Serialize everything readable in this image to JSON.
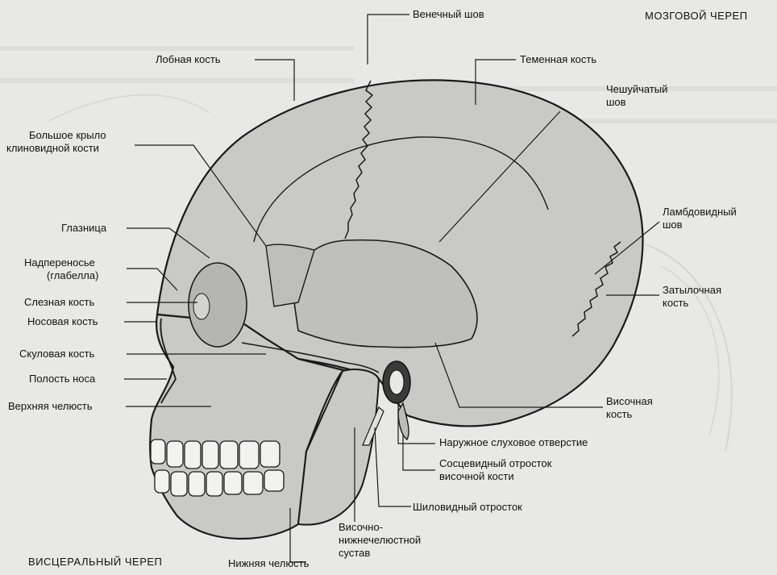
{
  "sections": {
    "cranial": "МОЗГОВОЙ ЧЕРЕП",
    "visceral": "ВИСЦЕРАЛЬНЫЙ ЧЕРЕП"
  },
  "labels": {
    "coronal_suture": "Венечный шов",
    "frontal_bone": "Лобная кость",
    "parietal_bone": "Теменная кость",
    "squamous_suture_1": "Чешуйчатый",
    "squamous_suture_2": "шов",
    "greater_wing_1": "Большое крыло",
    "greater_wing_2": "клиновидной кости",
    "orbit": "Глазница",
    "glabella_1": "Надпереносье",
    "glabella_2": "(глабелла)",
    "lacrimal_bone": "Слезная кость",
    "nasal_bone": "Носовая кость",
    "zygomatic_bone": "Скуловая кость",
    "nasal_cavity": "Полость носа",
    "maxilla": "Верхняя челюсть",
    "lambdoid_suture_1": "Ламбдовидный",
    "lambdoid_suture_2": "шов",
    "occipital_bone_1": "Затылочная",
    "occipital_bone_2": "кость",
    "temporal_bone_1": "Височная",
    "temporal_bone_2": "кость",
    "external_meatus": "Наружное слуховое отверстие",
    "mastoid_1": "Сосцевидный отросток",
    "mastoid_2": "височной кости",
    "styloid": "Шиловидный отросток",
    "tmj_1": "Височно-",
    "tmj_2": "нижнечелюстной",
    "tmj_3": "сустав",
    "mandible": "Нижняя челюсть"
  }
}
